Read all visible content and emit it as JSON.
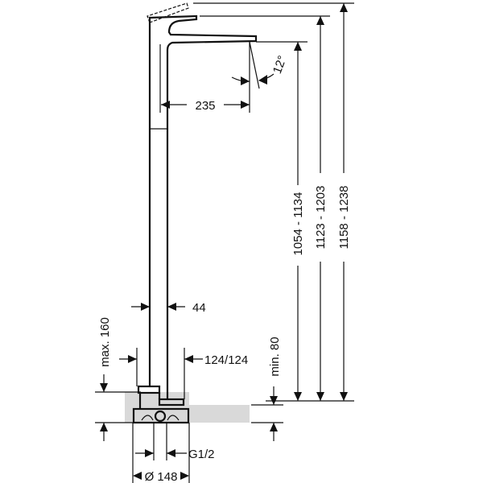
{
  "drawing": {
    "spout_reach": "235",
    "spout_angle": "12°",
    "pipe_diameter": "44",
    "max_height_above_floor": "max. 160",
    "base_offsets": "124/124",
    "min_floor_depth": "min. 80",
    "connection_thread": "G1/2",
    "base_diameter": "Ø 148",
    "spout_height": "1054 - 1134",
    "lever_height": "1123 - 1203",
    "total_height_lever_open": "1158 - 1238"
  },
  "colors": {
    "line": "#111111",
    "floor": "#d9d9d9"
  }
}
